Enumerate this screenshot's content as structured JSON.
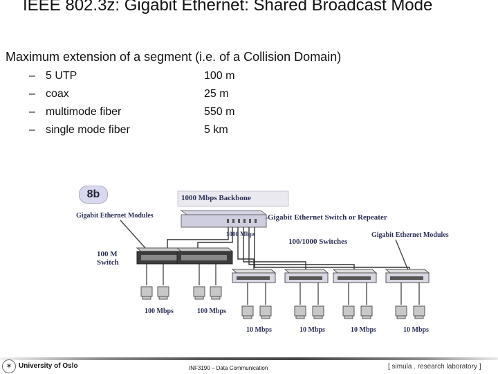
{
  "slide": {
    "title": "IEEE 802.3z: Gigabit Ethernet: Shared Broadcast Mode",
    "subtitle": "Maximum extension of a segment (i.e. of a Collision Domain)",
    "items": [
      {
        "dash": "–",
        "label": "5 UTP",
        "value": "100 m"
      },
      {
        "dash": "–",
        "label": "coax",
        "value": "25 m"
      },
      {
        "dash": "–",
        "label": "multimode fiber",
        "value": "550 m"
      },
      {
        "dash": "–",
        "label": "single mode fiber",
        "value": "5 km"
      }
    ]
  },
  "diagram": {
    "badge": "8b",
    "backbone": "1000 Mbps Backbone",
    "switch_label": "Gigabit Ethernet Switch or Repeater",
    "modules_left": "Gigabit Ethernet Modules",
    "modules_right": "Gigabit Ethernet Modules",
    "link_speed": "1000 Mbps",
    "switches_100_1000": "100/1000 Switches",
    "switch_100m_line1": "100 M",
    "switch_100m_line2": "Switch",
    "pc_labels_100": [
      "100 Mbps",
      "100 Mbps"
    ],
    "pc_labels_10": [
      "10 Mbps",
      "10 Mbps",
      "10 Mbps",
      "10 Mbps"
    ]
  },
  "footer": {
    "university": "University of Oslo",
    "course": "INF3190 – Data Communication",
    "lab": "[ simula . research laboratory ]"
  }
}
